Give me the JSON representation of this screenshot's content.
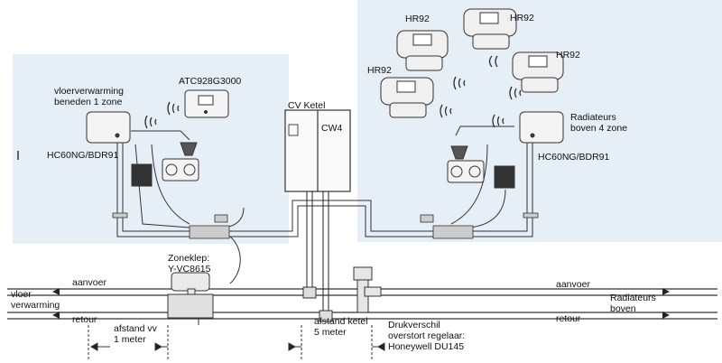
{
  "labels": {
    "hr92_1": "HR92",
    "hr92_2": "HR92",
    "hr92_3": "HR92",
    "hr92_4": "HR92",
    "atc": "ATC928G3000",
    "floor_zone": "vloerverwarming\nbeneden 1 zone",
    "hc_left": "HC60NG/BDR91",
    "hc_right": "HC60NG/BDR91",
    "radiator_zone": "Radiateurs\nboven 4 zone",
    "cv_ketel": "CV Ketel",
    "cw4": "CW4",
    "zoneklep": "Zoneklep:\nY-VC8615",
    "aanvoer_left": "aanvoer",
    "retour_left": "retour",
    "vloer_verwarming": "vloer\nverwarming",
    "aanvoer_right": "aanvoer",
    "retour_right": "retour",
    "radiateurs_boven": "Radiateurs\nboven",
    "afstand_vv": "afstand vv\n1 meter",
    "afstand_ketel": "afstand ketel\n5 meter",
    "drukverschil": "Drukverschil\noverstort regelaar:\nHoneywell DU145"
  },
  "colors": {
    "zone_background": "#e6eef6",
    "pipe": "#333333",
    "device": "#f4f4f4"
  }
}
